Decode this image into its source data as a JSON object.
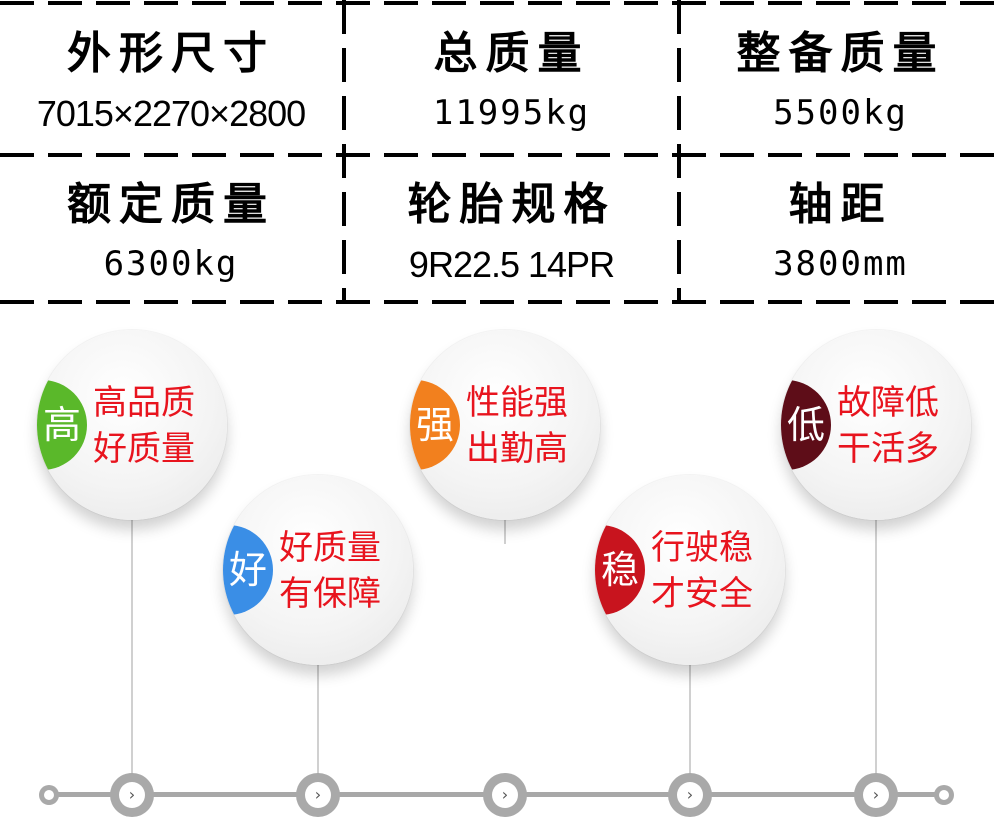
{
  "specs": [
    {
      "label": "外形尺寸",
      "value": "7015×2270×2800"
    },
    {
      "label": "总质量",
      "value": "11995kg"
    },
    {
      "label": "整备质量",
      "value": "5500kg"
    },
    {
      "label": "额定质量",
      "value": "6300kg"
    },
    {
      "label": "轮胎规格",
      "value": "9R22.5 14PR"
    },
    {
      "label": "轴距",
      "value": "3800mm"
    }
  ],
  "features": [
    {
      "badge": "高",
      "badge_color": "#5ab82a",
      "line1": "高品质",
      "line2": "好质量"
    },
    {
      "badge": "好",
      "badge_color": "#3a8ee6",
      "line1": "好质量",
      "line2": "有保障"
    },
    {
      "badge": "强",
      "badge_color": "#f2801e",
      "line1": "性能强",
      "line2": "出勤高"
    },
    {
      "badge": "稳",
      "badge_color": "#c8141e",
      "line1": "行驶稳",
      "line2": "才安全"
    },
    {
      "badge": "低",
      "badge_color": "#5e0d18",
      "line1": "故障低",
      "line2": "干活多"
    }
  ],
  "timeline": {
    "node_icon": "›",
    "track_color": "#a8a8a8"
  },
  "colors": {
    "slogan": "#e8141e",
    "spec_text": "#000000"
  }
}
